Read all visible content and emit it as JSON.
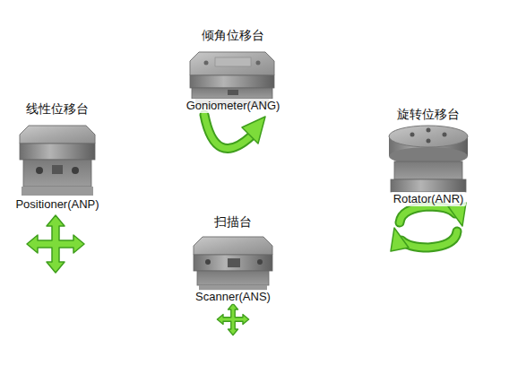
{
  "diagram": {
    "nodes": [
      {
        "text": [
          "倾角位移台",
          "Goniometer(ANG)"
        ]
      },
      {
        "text": [
          "线性位移台",
          "Positioner(ANP)"
        ]
      },
      {
        "text": [
          "旋转位移台",
          "Rotator(ANR)"
        ]
      },
      {
        "text": [
          "扫描台",
          "Scanner(ANS)"
        ]
      }
    ]
  }
}
